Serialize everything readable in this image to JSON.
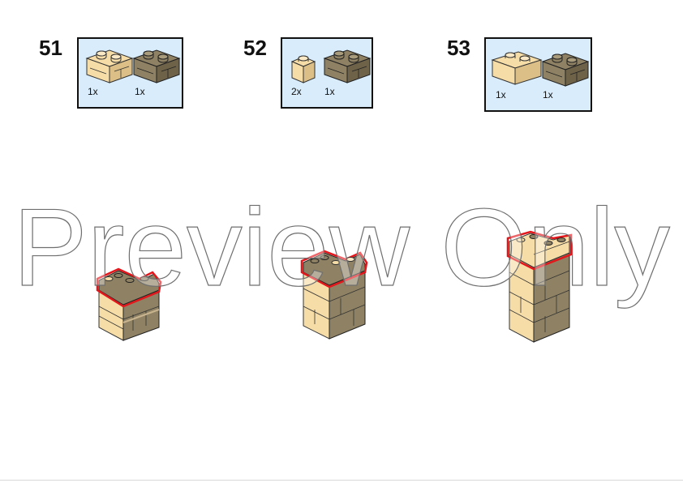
{
  "steps": [
    {
      "number": "51",
      "parts": [
        {
          "color": "tan",
          "qty": "1x"
        },
        {
          "color": "dark-tan",
          "qty": "1x"
        }
      ]
    },
    {
      "number": "52",
      "parts": [
        {
          "color": "tan",
          "qty": "2x"
        },
        {
          "color": "dark-tan",
          "qty": "1x"
        }
      ]
    },
    {
      "number": "53",
      "parts": [
        {
          "color": "tan",
          "qty": "1x"
        },
        {
          "color": "dark-tan",
          "qty": "1x"
        }
      ]
    }
  ],
  "watermark": {
    "text": "Preview Only"
  },
  "colors": {
    "tan": "#f6dda8",
    "tan_shade": "#dcbf86",
    "dark_tan": "#8f8264",
    "dark_tan_shade": "#6e6249",
    "box_bg": "#d8ecfb",
    "highlight": "#e3161b"
  }
}
